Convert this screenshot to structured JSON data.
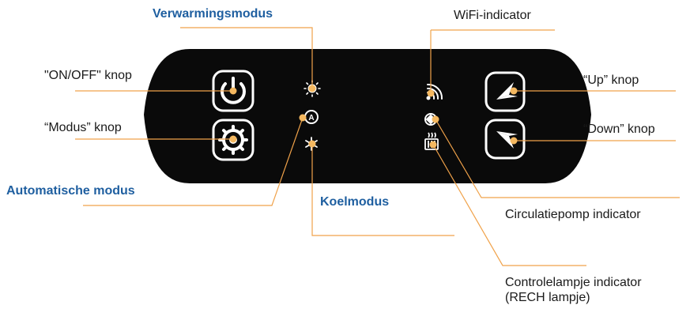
{
  "labels": {
    "verwarmingsmodus": "Verwarmingsmodus",
    "wifi_indicator": "WiFi-indicator",
    "on_off_knop": "\"ON/OFF\" knop",
    "modus_knop": "“Modus” knop",
    "up_knop": "“Up” knop",
    "down_knop": "“Down” knop",
    "automatische_modus": "Automatische modus",
    "koelmodus": "Koelmodus",
    "circulatiepomp_indicator": "Circulatiepomp indicator",
    "controlelampje_indicator": "Controlelampje indicator\n(RECH lampje)"
  },
  "colors": {
    "panel": "#0a0a0a",
    "leader_line": "#f0a24a",
    "dot": "#f4b860",
    "heading": "#1f5fa0"
  },
  "icons": [
    "power-icon",
    "gear-icon",
    "sun-icon",
    "auto-mode-icon",
    "snowflake-icon",
    "wifi-icon",
    "pump-icon",
    "heater-icon",
    "up-arrow-icon",
    "down-arrow-icon"
  ]
}
